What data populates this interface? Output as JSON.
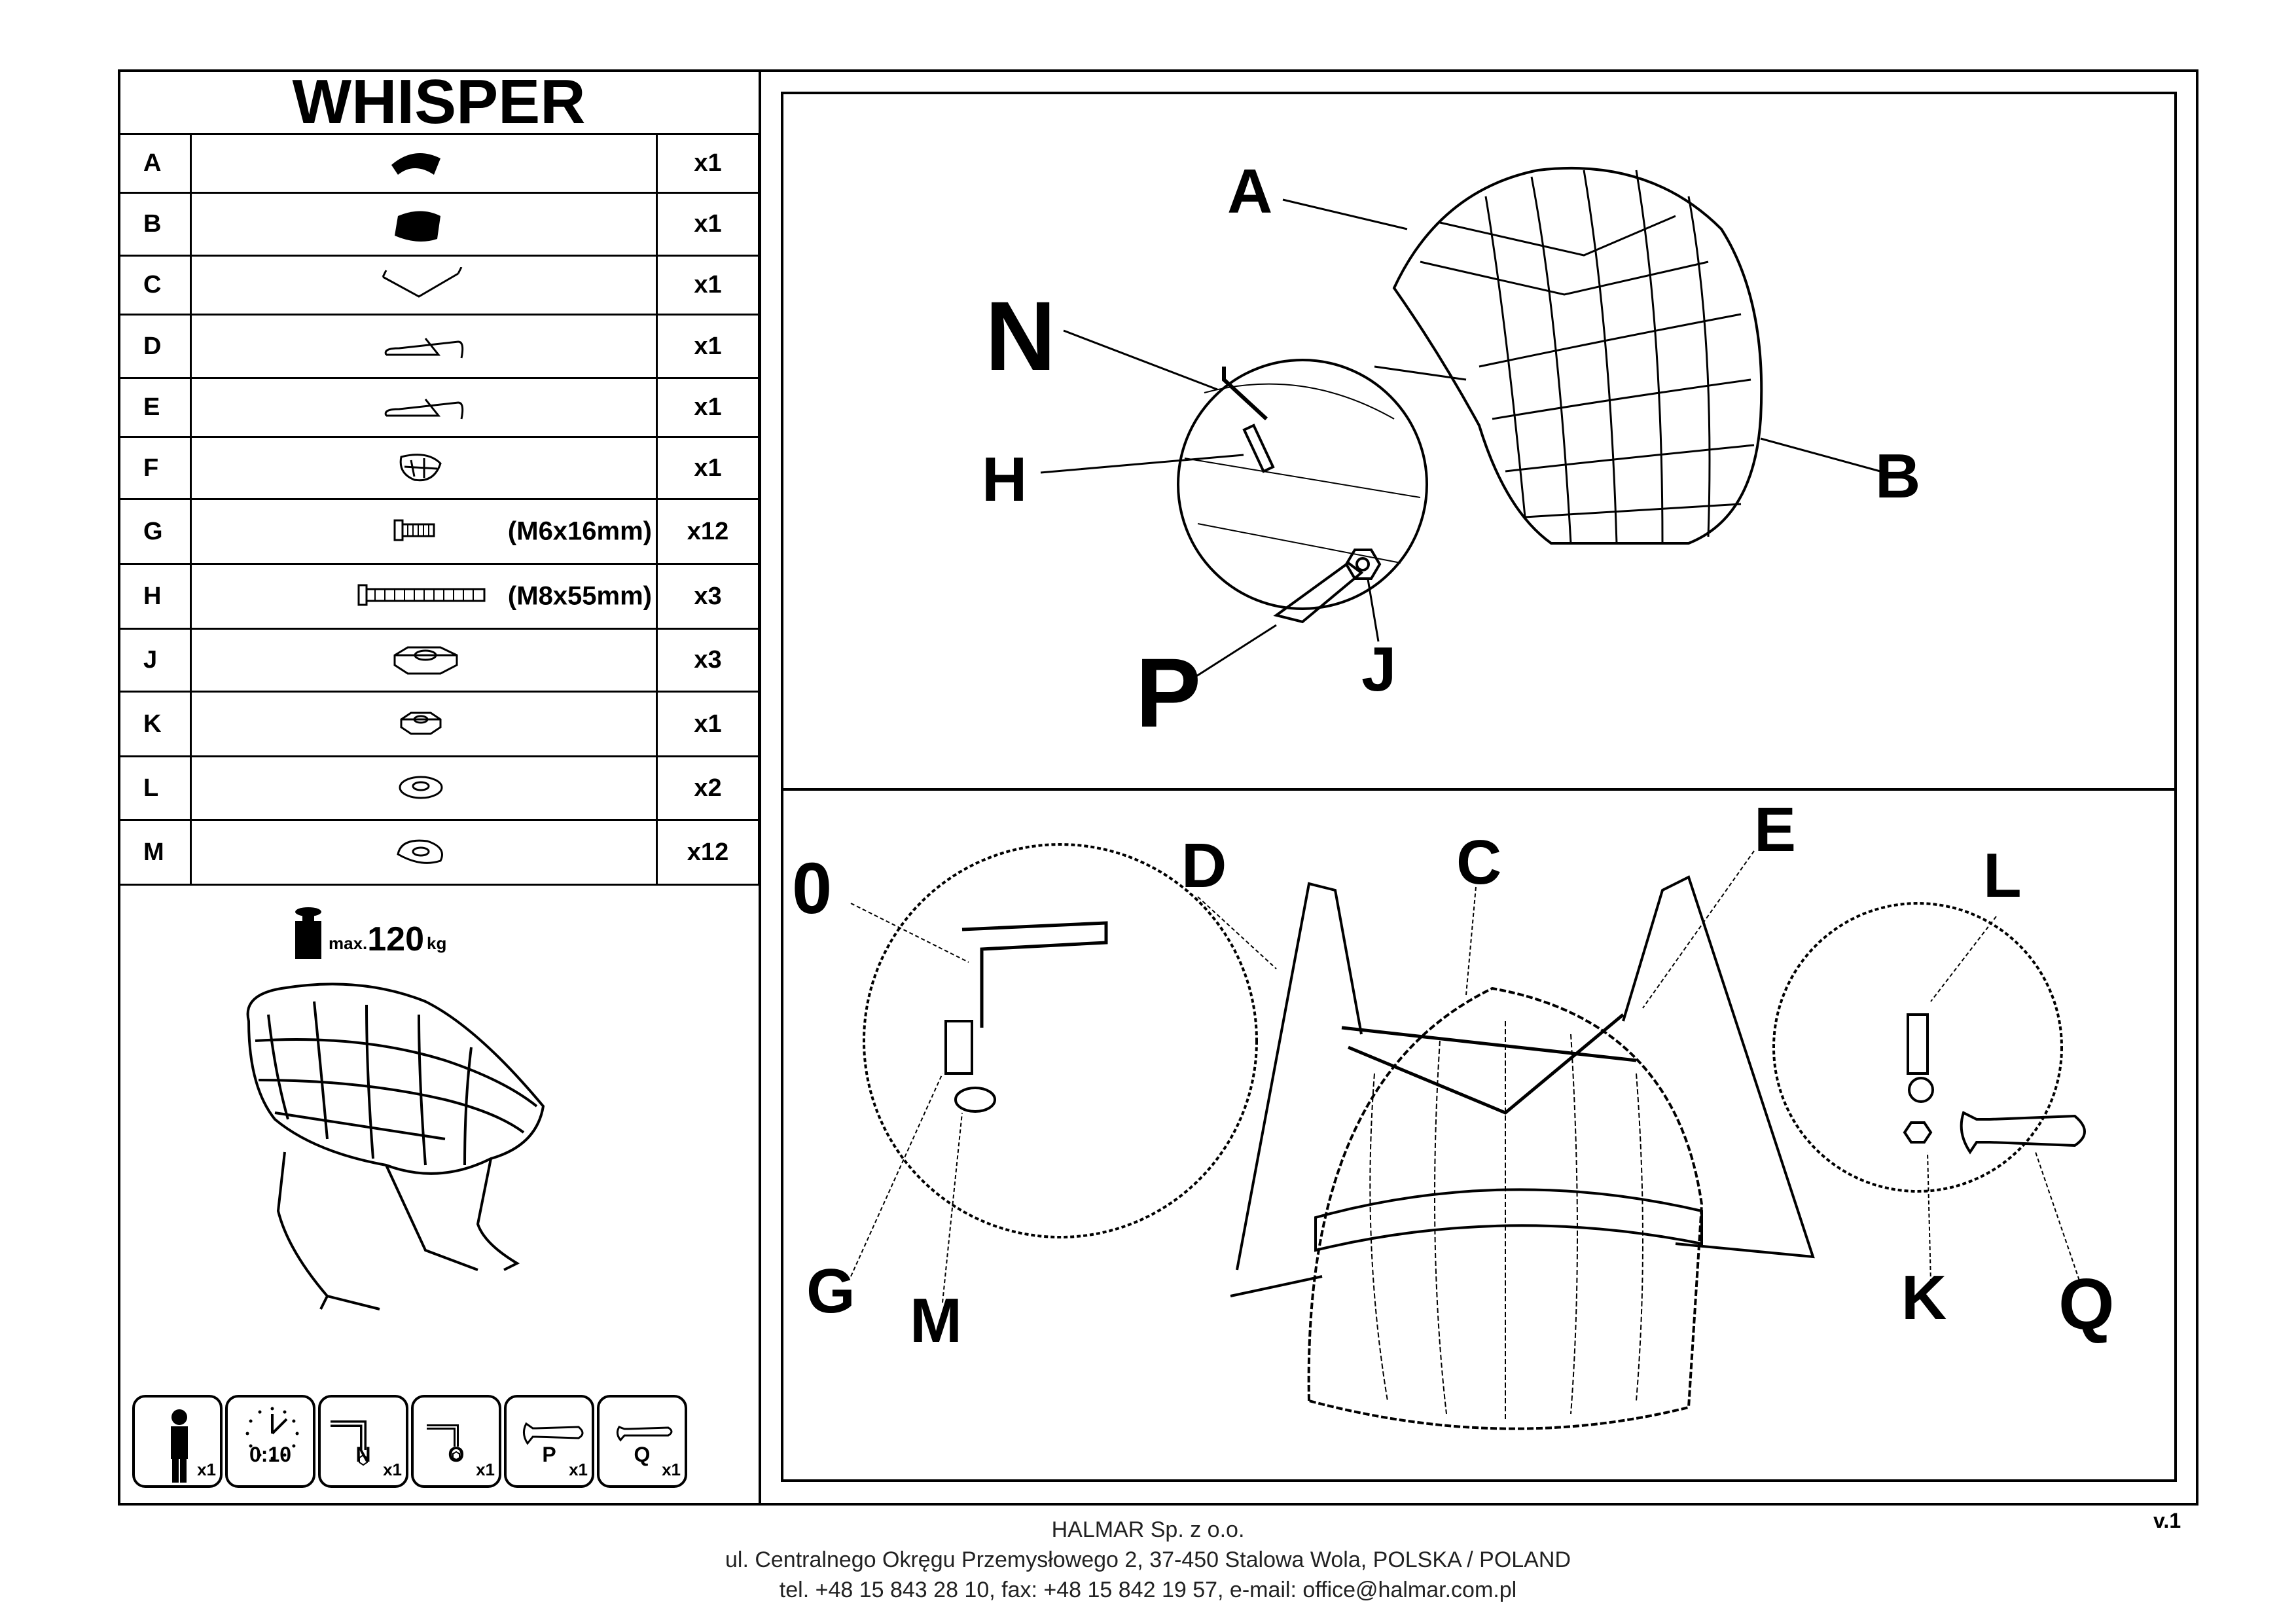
{
  "title": "WHISPER",
  "parts": [
    {
      "letter": "A",
      "spec": "",
      "qty": "x1",
      "icon": "seat-shell-icon"
    },
    {
      "letter": "B",
      "spec": "",
      "qty": "x1",
      "icon": "back-shell-icon"
    },
    {
      "letter": "C",
      "spec": "",
      "qty": "x1",
      "icon": "cross-bar-icon"
    },
    {
      "letter": "D",
      "spec": "",
      "qty": "x1",
      "icon": "leg-frame-icon"
    },
    {
      "letter": "E",
      "spec": "",
      "qty": "x1",
      "icon": "leg-frame-icon"
    },
    {
      "letter": "F",
      "spec": "",
      "qty": "x1",
      "icon": "cushion-icon"
    },
    {
      "letter": "G",
      "spec": "(M6x16mm)",
      "qty": "x12",
      "icon": "short-bolt-icon"
    },
    {
      "letter": "H",
      "spec": "(M8x55mm)",
      "qty": "x3",
      "icon": "long-bolt-icon"
    },
    {
      "letter": "J",
      "spec": "",
      "qty": "x3",
      "icon": "large-nut-icon"
    },
    {
      "letter": "K",
      "spec": "",
      "qty": "x1",
      "icon": "small-nut-icon"
    },
    {
      "letter": "L",
      "spec": "",
      "qty": "x2",
      "icon": "flat-washer-icon"
    },
    {
      "letter": "M",
      "spec": "",
      "qty": "x12",
      "icon": "curved-washer-icon"
    }
  ],
  "weight": {
    "prefix": "max.",
    "value": "120",
    "unit": "kg"
  },
  "tools": [
    {
      "label": "",
      "count": "x1",
      "icon": "person-icon"
    },
    {
      "label": "0:10",
      "count": "",
      "icon": "clock-icon"
    },
    {
      "label": "N",
      "count": "x1",
      "icon": "allen-key-large-icon"
    },
    {
      "label": "O",
      "count": "x1",
      "icon": "allen-key-small-icon"
    },
    {
      "label": "P",
      "count": "x1",
      "icon": "wrench-large-icon"
    },
    {
      "label": "Q",
      "count": "x1",
      "icon": "wrench-small-icon"
    }
  ],
  "step1_labels": {
    "a": "A",
    "b": "B",
    "n": "N",
    "h": "H",
    "p": "P",
    "j": "J"
  },
  "step2_labels": {
    "o": "0",
    "d": "D",
    "c": "C",
    "e": "E",
    "l": "L",
    "g": "G",
    "m": "M",
    "k": "K",
    "q": "Q"
  },
  "footer": {
    "company": "HALMAR Sp. z o.o.",
    "address": "ul. Centralnego Okręgu Przemysłowego 2, 37-450 Stalowa Wola, POLSKA / POLAND",
    "contact": "tel. +48 15 843 28 10, fax: +48 15 842 19 57, e-mail: office@halmar.com.pl",
    "version": "v.1"
  }
}
